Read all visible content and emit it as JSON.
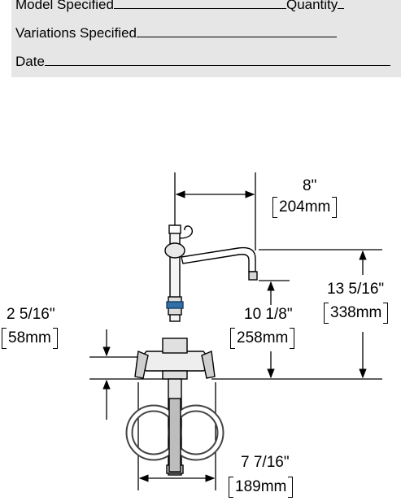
{
  "form": {
    "model_label": "Model Specified",
    "quantity_label": "Quantity",
    "variations_label": "Variations Specified",
    "date_label": "Date"
  },
  "dimensions": {
    "spout_reach": {
      "inches": "8\"",
      "mm": "204mm"
    },
    "overall_height": {
      "inches": "13 5/16\"",
      "mm": "338mm"
    },
    "spout_height": {
      "inches": "10 1/8\"",
      "mm": "258mm"
    },
    "deck_clearance": {
      "inches": "2 5/16\"",
      "mm": "58mm"
    },
    "base_width": {
      "inches": "7 7/16\"",
      "mm": "189mm"
    }
  }
}
